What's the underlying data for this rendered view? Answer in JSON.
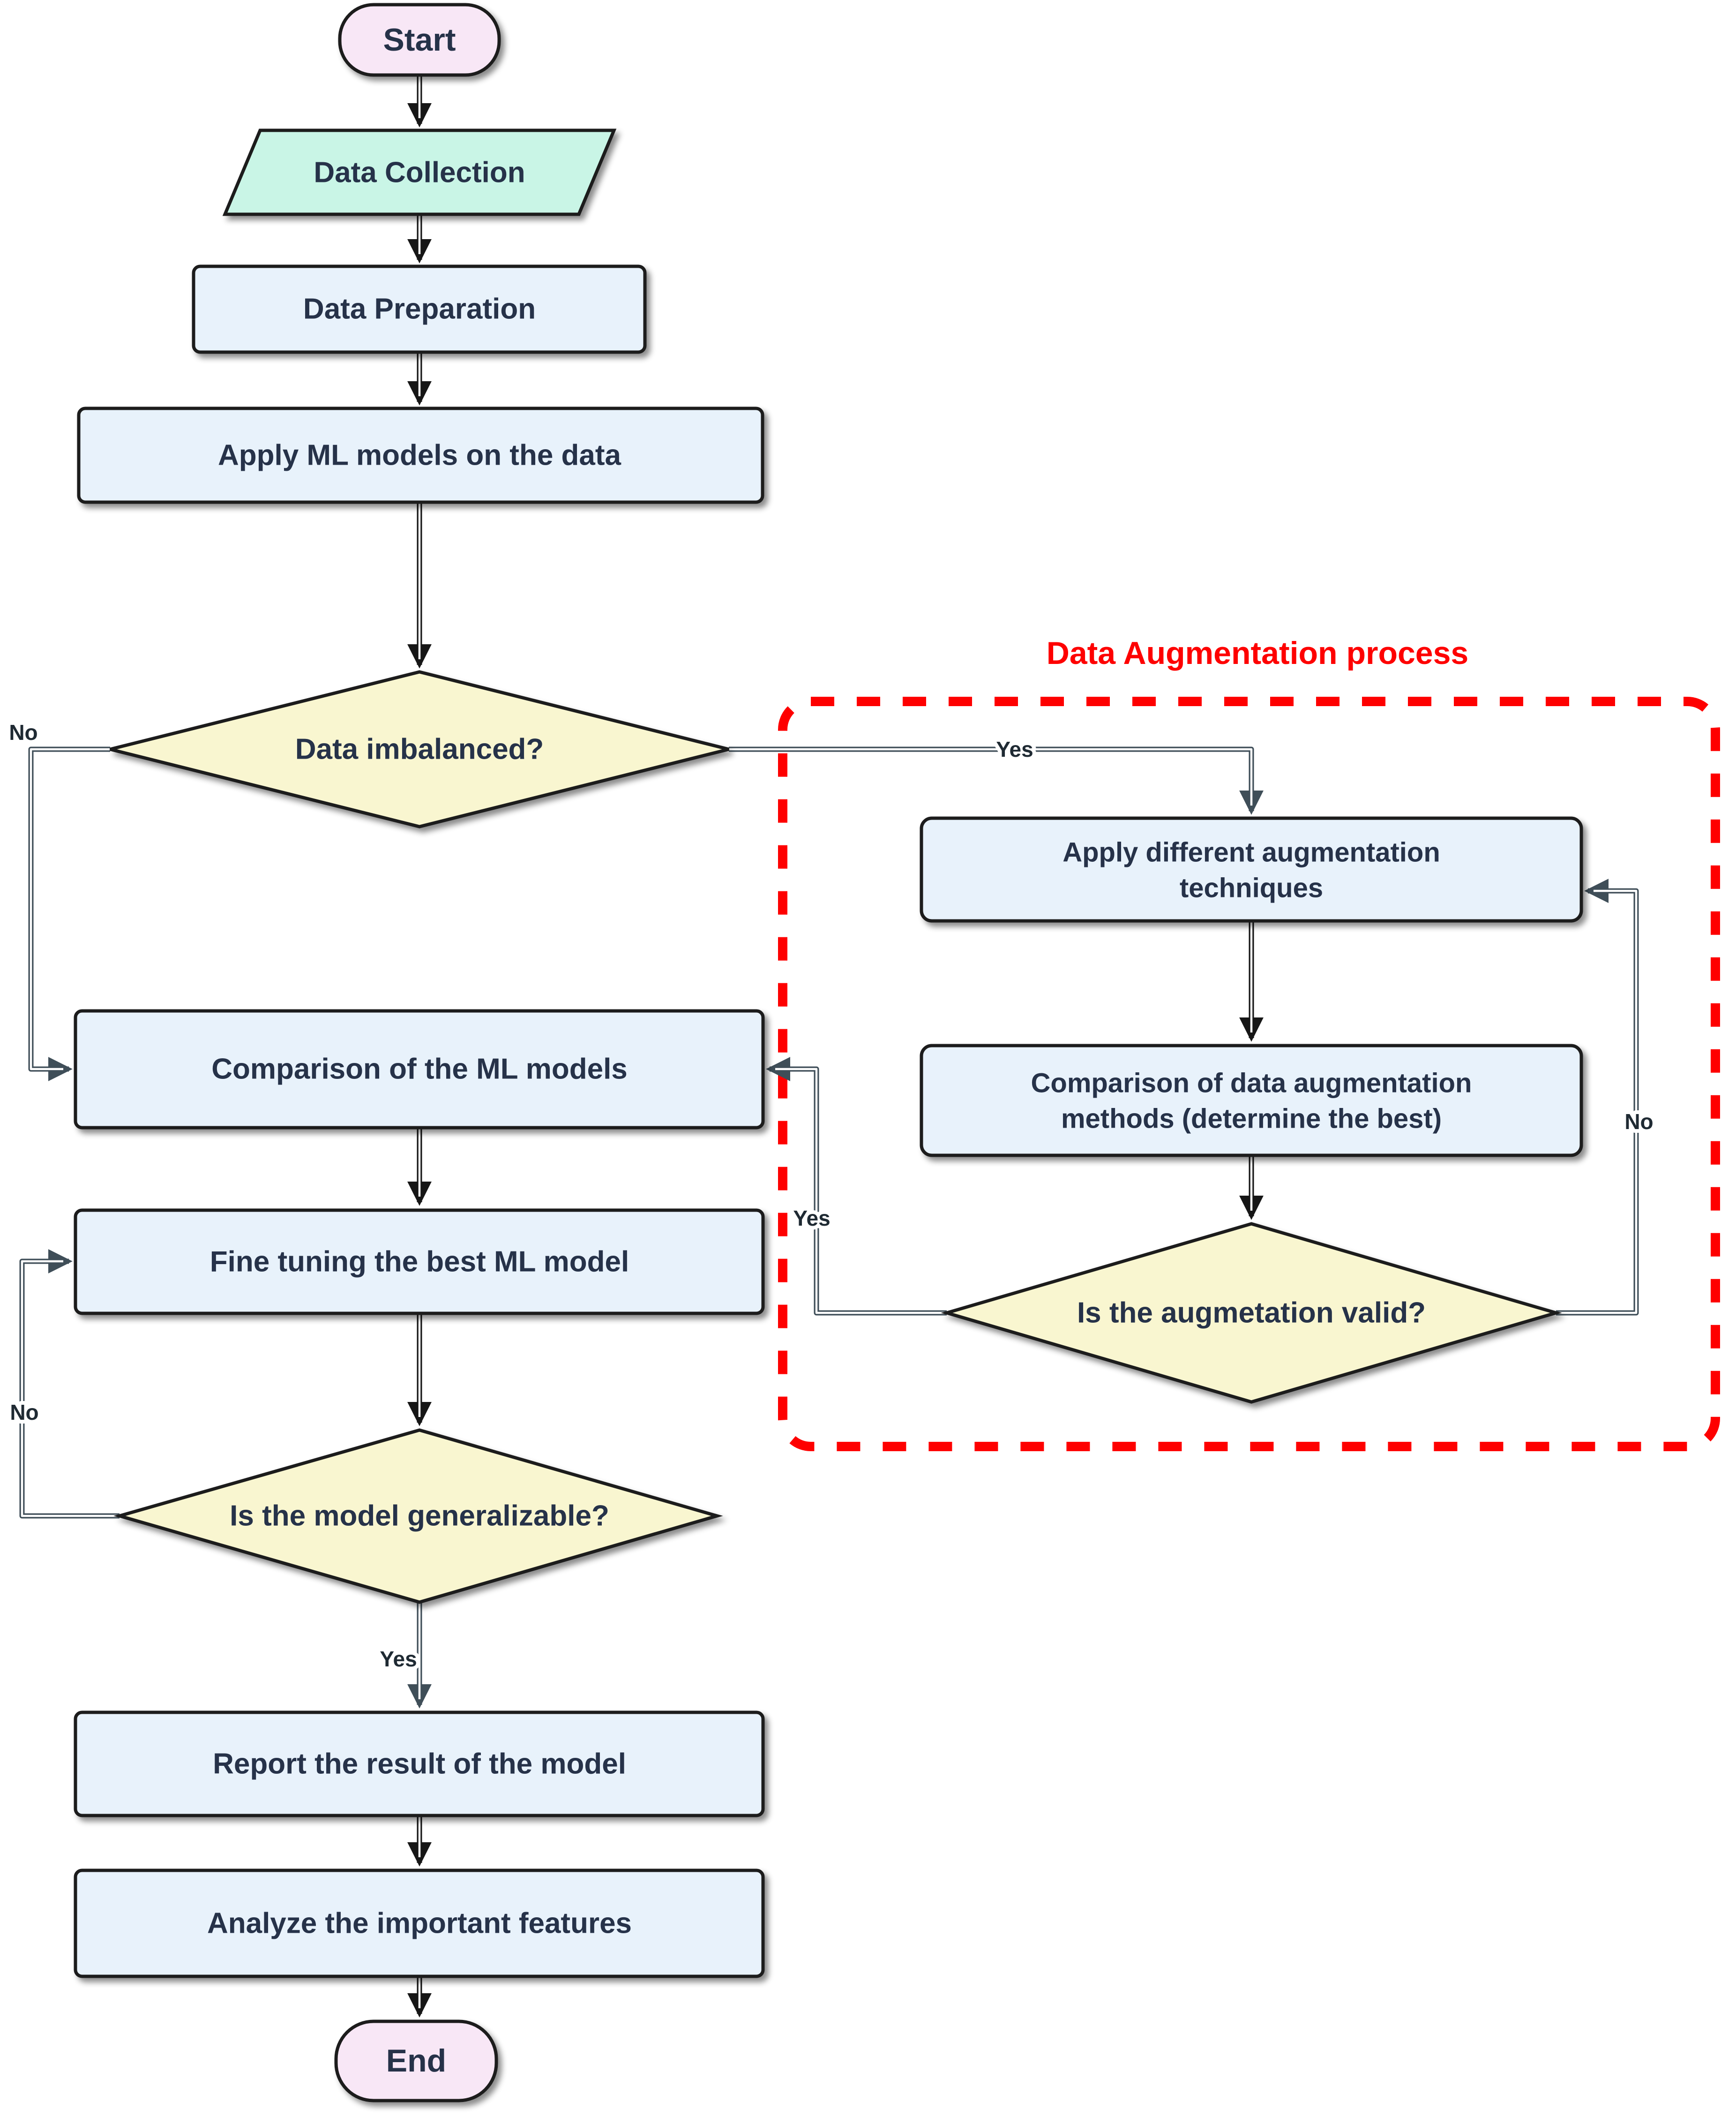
{
  "annotation": {
    "title": "Data Augmentation process"
  },
  "nodes": {
    "start": {
      "label": "Start",
      "type": "terminator"
    },
    "data_collection": {
      "label": "Data Collection",
      "type": "input-output"
    },
    "data_preparation": {
      "label": "Data Preparation",
      "type": "process"
    },
    "apply_ml": {
      "label": "Apply ML models on the data",
      "type": "process"
    },
    "data_imbalanced": {
      "label": "Data imbalanced?",
      "type": "decision"
    },
    "comparison_ml": {
      "label": "Comparison of the ML models",
      "type": "process"
    },
    "fine_tuning": {
      "label": "Fine tuning the best ML model",
      "type": "process"
    },
    "generalizable": {
      "label": "Is the model generalizable?",
      "type": "decision"
    },
    "report": {
      "label": "Report the result of the model",
      "type": "process"
    },
    "analyze": {
      "label": "Analyze the important features",
      "type": "process"
    },
    "end": {
      "label": "End",
      "type": "terminator"
    },
    "apply_augmentation": {
      "line1": "Apply different augmentation",
      "line2": "techniques",
      "type": "process"
    },
    "comparison_augmentation": {
      "line1": "Comparison of data augmentation",
      "line2": "methods (determine the best)",
      "type": "process"
    },
    "augmentation_valid": {
      "label": "Is the augmetation valid?",
      "type": "decision"
    }
  },
  "edge_labels": {
    "imbalanced_yes": "Yes",
    "imbalanced_no": "No",
    "valid_yes": "Yes",
    "valid_no": "No",
    "generalizable_yes": "Yes",
    "generalizable_no": "No"
  },
  "colors": {
    "terminator_fill": "#f8e7f6",
    "input_output_fill": "#c9f5e6",
    "process_fill": "#e8f2fb",
    "decision_fill": "#f9f6d0",
    "shape_border": "#1a1a1a",
    "node_text": "#26334a",
    "connector": "#3f4e58",
    "straight_connector": "#161616",
    "annotation_red": "#fe0000",
    "background": "#ffffff"
  }
}
